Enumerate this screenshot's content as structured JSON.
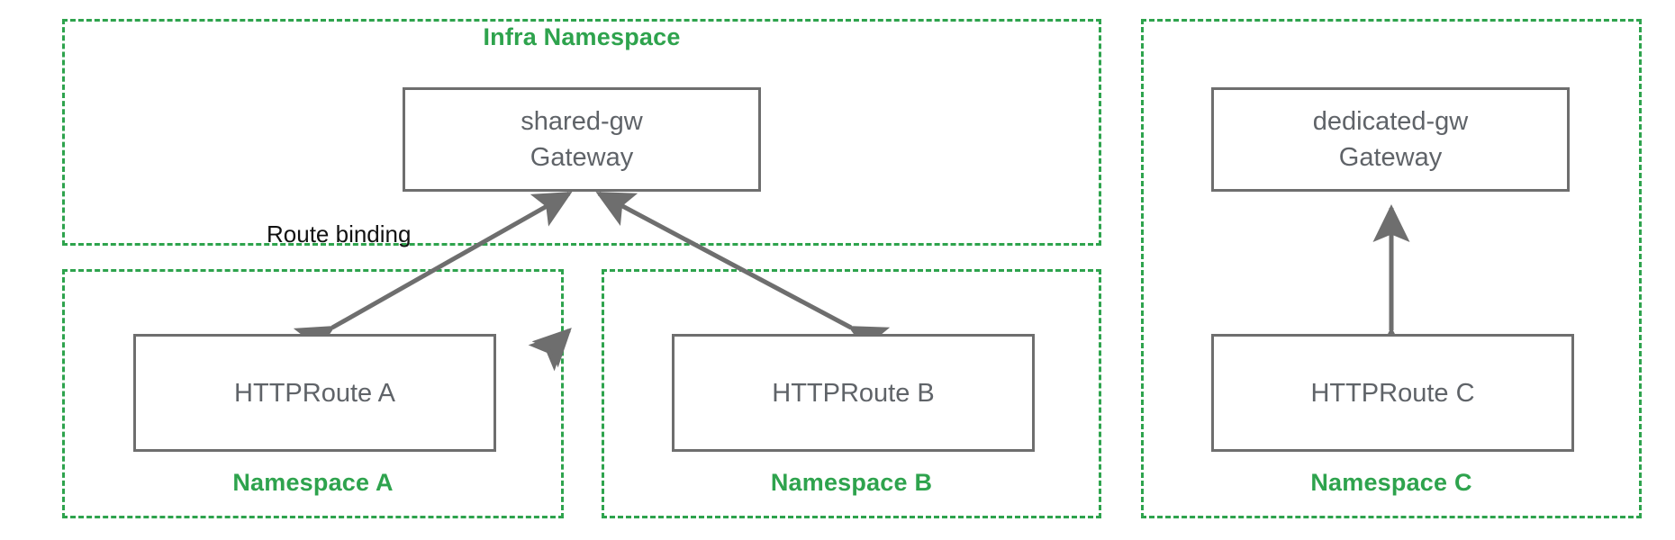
{
  "diagram": {
    "title_hidden": "",
    "colors": {
      "namespace_border": "#2EA34D",
      "namespace_label": "#2EA34D",
      "box_border": "#6E6E6E",
      "box_text": "#5F6368",
      "arrow": "#6E6E6E",
      "edge_label": "#111111",
      "background": "#FFFFFF"
    },
    "namespaces": [
      {
        "id": "infra",
        "label": "Infra Namespace",
        "label_position": "top-center"
      },
      {
        "id": "ns-a",
        "label": "Namespace A",
        "label_position": "bottom-center"
      },
      {
        "id": "ns-b",
        "label": "Namespace B",
        "label_position": "bottom-center"
      },
      {
        "id": "ns-c",
        "label": "Namespace C",
        "label_position": "bottom-center"
      }
    ],
    "nodes": [
      {
        "id": "shared-gw",
        "line1": "shared-gw",
        "line2": "Gateway",
        "namespace": "infra"
      },
      {
        "id": "dedicated-gw",
        "line1": "dedicated-gw",
        "line2": "Gateway",
        "namespace": "ns-c"
      },
      {
        "id": "httproute-a",
        "line1": "HTTPRoute A",
        "line2": "",
        "namespace": "ns-a"
      },
      {
        "id": "httproute-b",
        "line1": "HTTPRoute B",
        "line2": "",
        "namespace": "ns-b"
      },
      {
        "id": "httproute-c",
        "line1": "HTTPRoute C",
        "line2": "",
        "namespace": "ns-c"
      }
    ],
    "edges": [
      {
        "id": "edge-a",
        "from": "httproute-a",
        "to": "shared-gw",
        "label": "Route binding",
        "arrowheads": "both"
      },
      {
        "id": "edge-b",
        "from": "httproute-b",
        "to": "shared-gw",
        "label": "",
        "arrowheads": "both"
      },
      {
        "id": "edge-c",
        "from": "httproute-c",
        "to": "dedicated-gw",
        "label": "",
        "arrowheads": "both"
      }
    ],
    "edge_labels": {
      "route_binding": "Route binding"
    }
  }
}
